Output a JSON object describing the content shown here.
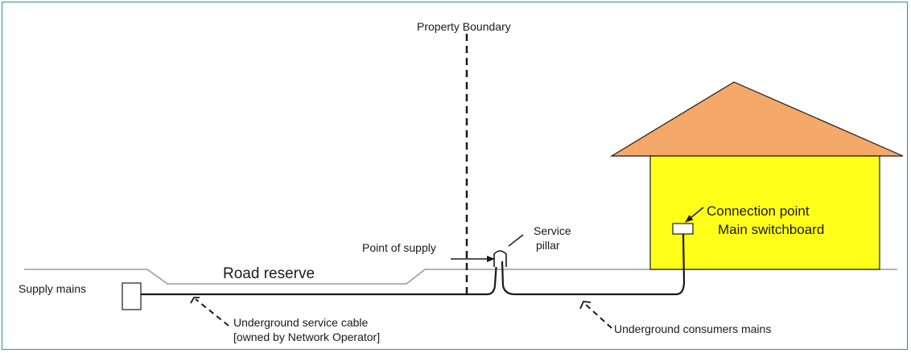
{
  "diagram": {
    "labels": {
      "property_boundary": "Property Boundary",
      "service_pillar_line1": "Service",
      "service_pillar_line2": "pillar",
      "point_of_supply": "Point of supply",
      "road_reserve": "Road reserve",
      "supply_mains": "Supply mains",
      "service_cable_line1": "Underground service cable",
      "service_cable_line2": "[owned by Network Operator]",
      "consumers_mains": "Underground consumers mains",
      "connection_point": "Connection point",
      "main_switchboard": "Main switchboard"
    },
    "colors": {
      "border": "#2a8fa8",
      "roof": "#f4a869",
      "house_wall": "#ffff1a",
      "ground": "#9a9a9a",
      "line": "#1a1a1a"
    }
  }
}
